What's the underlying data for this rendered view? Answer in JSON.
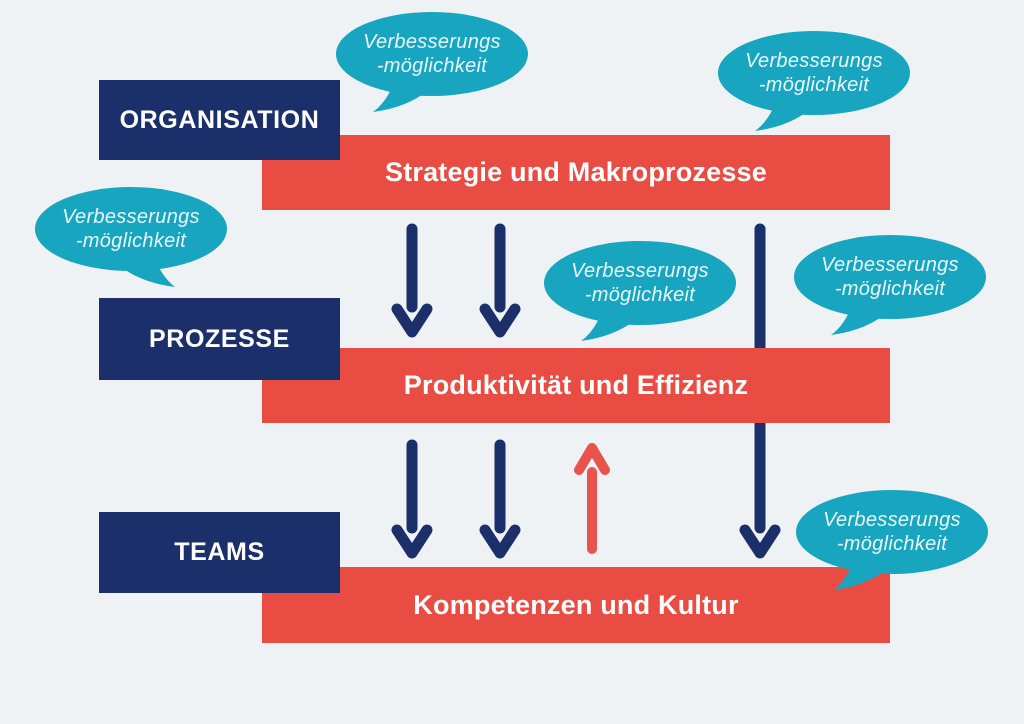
{
  "diagram": {
    "levels": [
      {
        "label": "ORGANISATION"
      },
      {
        "label": "PROZESSE"
      },
      {
        "label": "TEAMS"
      }
    ],
    "bars": [
      {
        "label": "Strategie und Makroprozesse"
      },
      {
        "label": "Produktivität und Effizienz"
      },
      {
        "label": "Kompetenzen und Kultur"
      }
    ],
    "bubble": {
      "line1": "Verbesserungs",
      "line2": "-möglichkeit"
    },
    "colors": {
      "navy": "#1b2f6b",
      "red": "#e84c43",
      "arrow_red": "#e8544c",
      "teal": "#18a5c0",
      "background": "#eff2f5",
      "text": "#ffffff"
    }
  }
}
